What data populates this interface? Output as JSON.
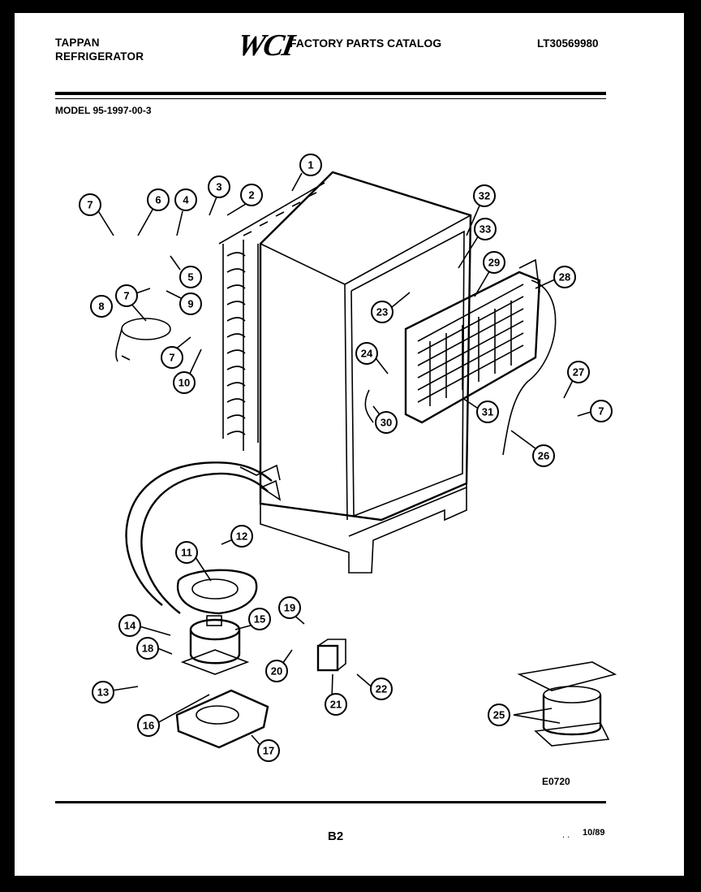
{
  "header": {
    "brand_line1": "TAPPAN",
    "brand_line2": "REFRIGERATOR",
    "logo": "WCI",
    "catalog_title": "FACTORY PARTS CATALOG",
    "doc_number": "LT30569980"
  },
  "model": "MODEL 95-1997-00-3",
  "figure_code": "E0720",
  "footer": {
    "page": "B2",
    "marks": ". .",
    "date": "10/89"
  },
  "callouts": [
    "1",
    "2",
    "3",
    "4",
    "5",
    "6",
    "7",
    "7",
    "7",
    "7",
    "8",
    "9",
    "10",
    "11",
    "12",
    "13",
    "14",
    "15",
    "16",
    "17",
    "18",
    "19",
    "20",
    "21",
    "22",
    "23",
    "24",
    "25",
    "26",
    "27",
    "28",
    "29",
    "30",
    "31",
    "32",
    "33"
  ]
}
